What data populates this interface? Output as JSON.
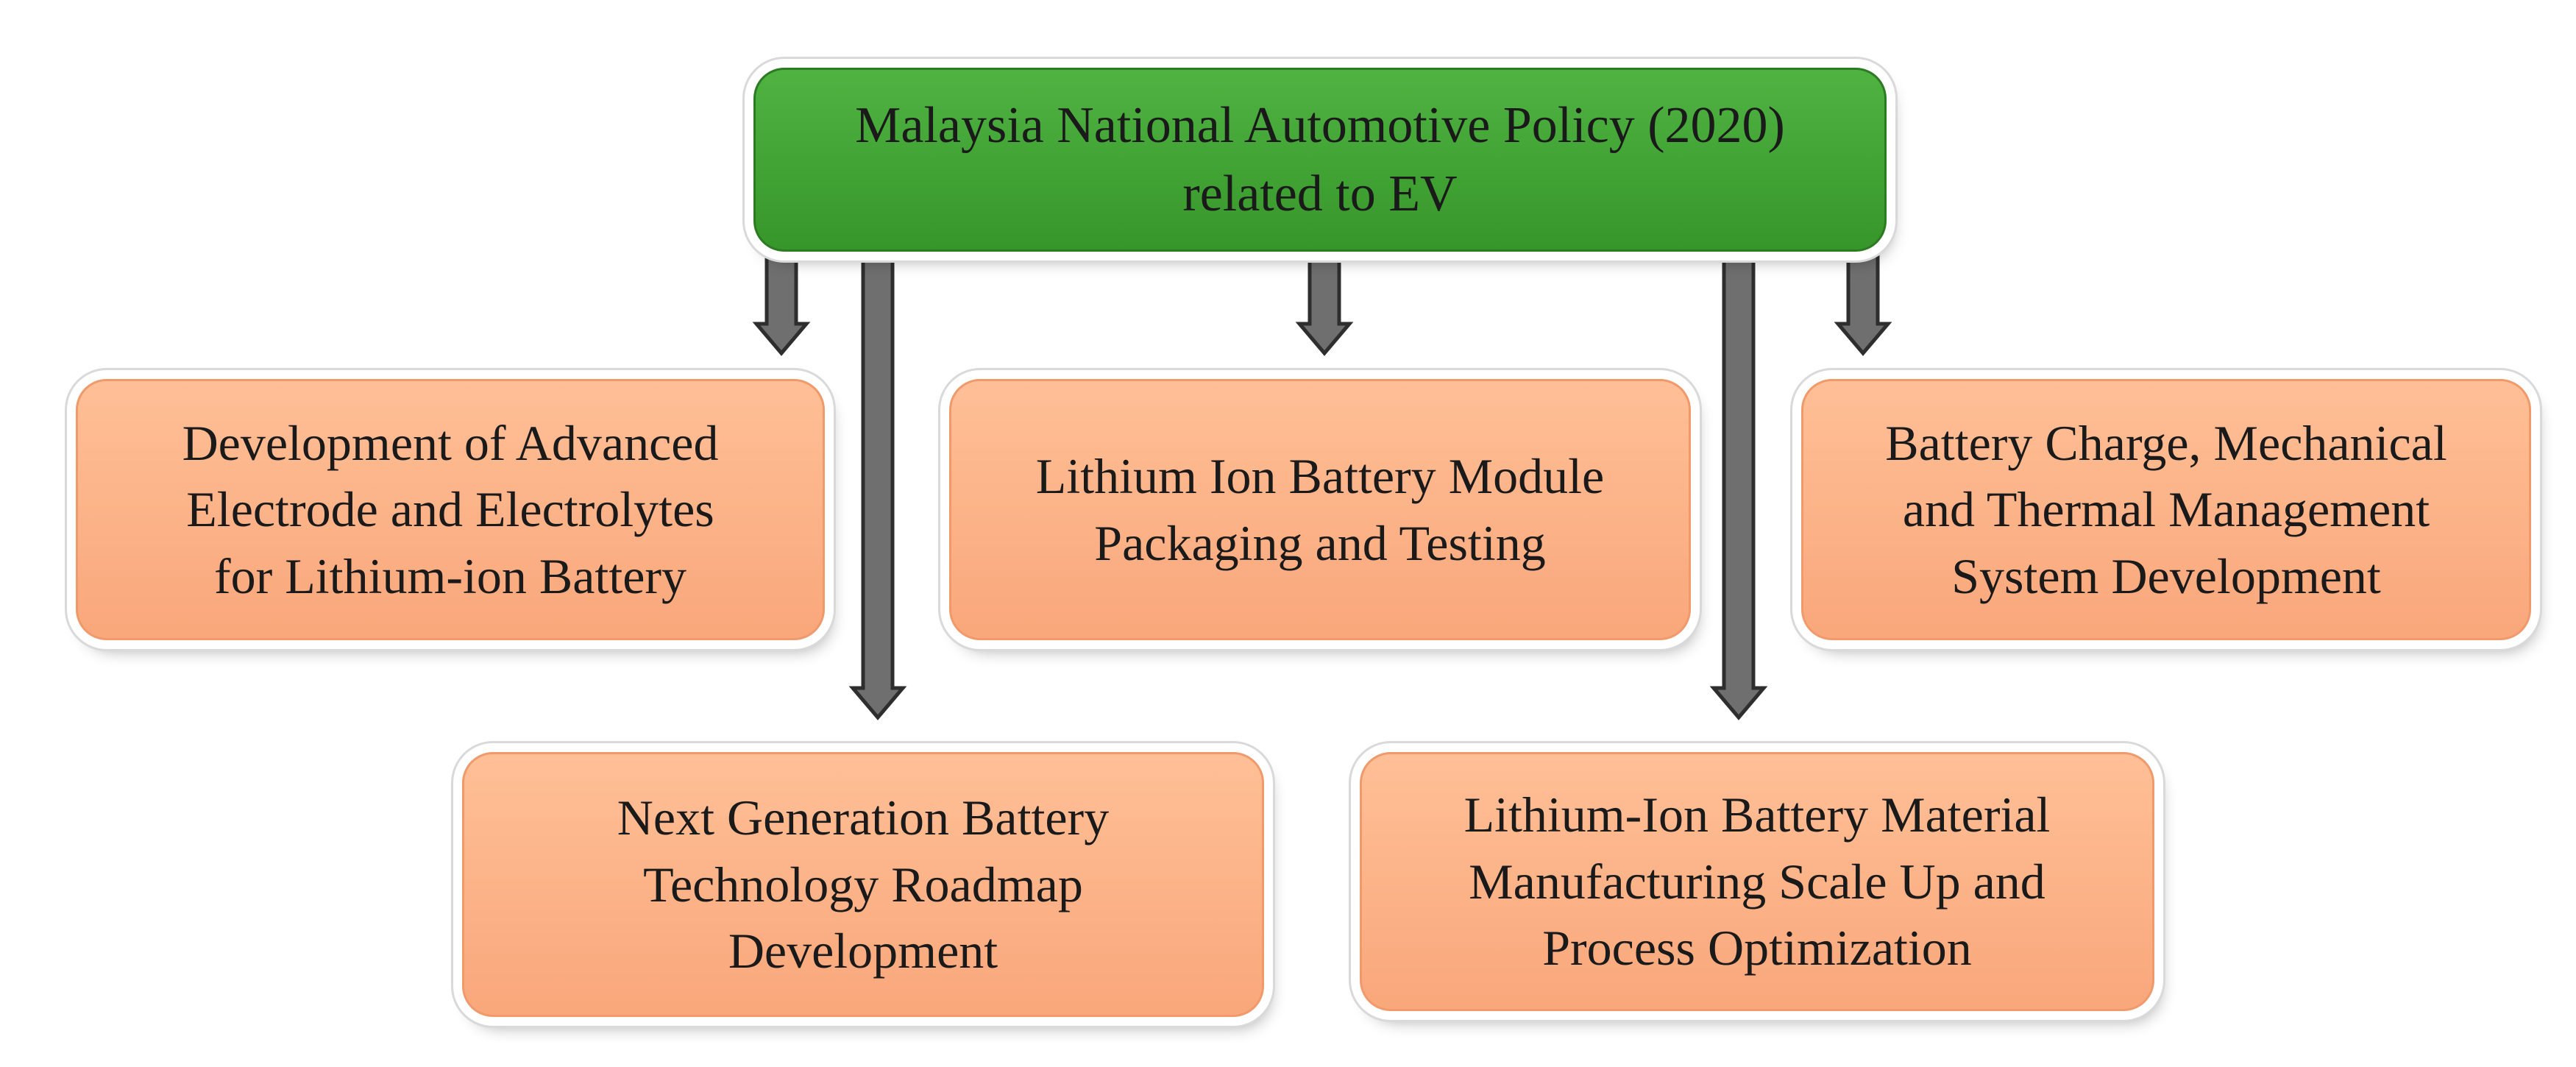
{
  "diagram": {
    "root": {
      "label": "Malaysia National Automotive Policy (2020)\nrelated to EV"
    },
    "children": [
      {
        "label": "Development of Advanced\nElectrode and Electrolytes\nfor Lithium-ion Battery"
      },
      {
        "label": "Lithium Ion Battery Module\nPackaging and Testing"
      },
      {
        "label": "Battery Charge, Mechanical\nand Thermal Management\nSystem Development"
      },
      {
        "label": "Next Generation Battery\nTechnology Roadmap\nDevelopment"
      },
      {
        "label": "Lithium-Ion Battery Material\nManufacturing Scale Up and\nProcess Optimization"
      }
    ],
    "edges": [
      {
        "from": "root",
        "to": 0
      },
      {
        "from": "root",
        "to": 1
      },
      {
        "from": "root",
        "to": 2
      },
      {
        "from": "root",
        "to": 3
      },
      {
        "from": "root",
        "to": 4
      }
    ],
    "colors": {
      "root_fill": "#3fa532",
      "child_fill": "#fcb287",
      "arrow_fill": "#6f6f6f",
      "arrow_stroke": "#2e2e2e",
      "text": "#1a1a1a"
    }
  }
}
